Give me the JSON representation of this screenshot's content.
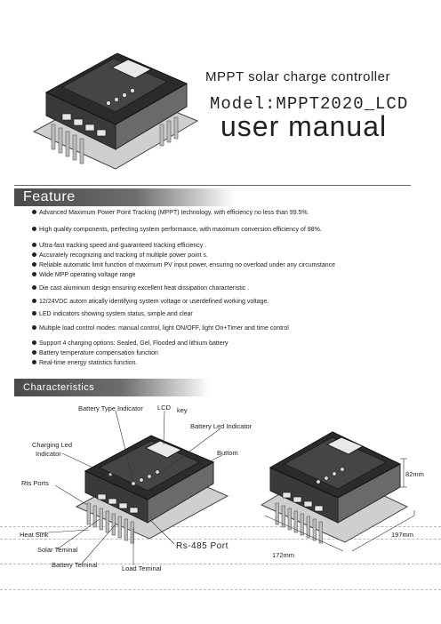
{
  "header": {
    "subtitle": "MPPT solar charge controller",
    "model": "Model:MPPT2020_LCD",
    "title": "user manual"
  },
  "feature": {
    "heading": "Feature",
    "items": [
      "Advanced Maximum Power Point Tracking (MPPT) technology, with efficiency no less than 99.5%.",
      "High quality components, perfecting system performance, with maximum conversion efficiency of 98%.",
      "Ultra-fast tracking speed and guaranteed tracking efficiency .",
      "Accurately recognizing and tracking of multiple power point s.",
      "Reliable automatic limit function of maximum PV input power, ensuring no overload under any circumstance",
      "Wide MPP operating voltage range",
      "Die cast aluminum design ensuring excellent heat dissipation characteristic .",
      "12/24VDC autom atically identifying system voltage or userdefined working voltage.",
      "LED indicators showing system status, simple and clear",
      "Multiple load control modes: manual control, light ON/OFF, light On+Timer and time control",
      "Support 4 charging options: Sealed, Gel, Flooded and lithium battery",
      "Battery temperature compensation function",
      "Real-time energy statistics function."
    ]
  },
  "characteristics": {
    "heading": "Characteristics",
    "labels": {
      "battery_type_indicator": "Battery Type Indicator",
      "lcd": "LCD",
      "key": "key",
      "battery_led_indicator": "Battery Led Indicator",
      "charging_led_indicator_1": "Charging Led",
      "charging_led_indicator_2": "Indicator",
      "buttom": "Buttom",
      "rts_ports": "Rts Ports",
      "heat_sink": "Heat Sink",
      "solar_teminal": "Solar Teminal",
      "battery_teminal": "Battery Teminal",
      "load_teminal": "Load Teminal",
      "rs485_port": "Rs-485 Port"
    },
    "dimensions": {
      "height": "82mm",
      "depth": "197mm",
      "width": "172mm"
    }
  },
  "colors": {
    "banner_dark": "#4a4a4a",
    "body_dark": "#2b2b2b",
    "heatsink": "#9a9a9a"
  }
}
